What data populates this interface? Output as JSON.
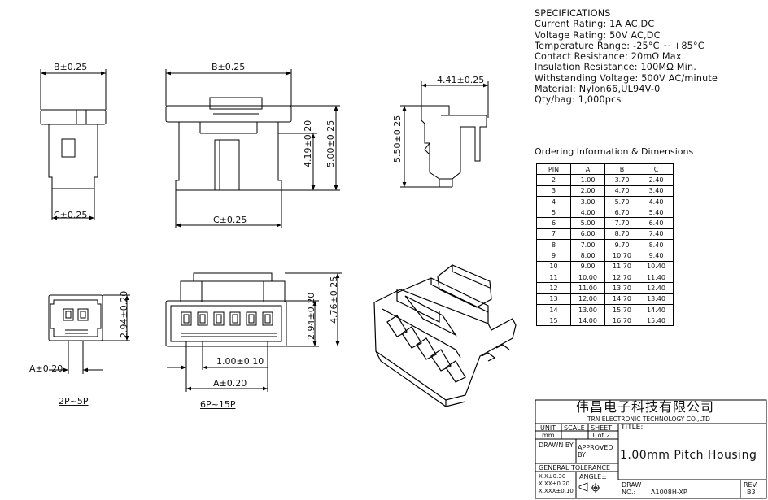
{
  "specifications": {
    "heading": "SPECIFICATIONS",
    "lines": [
      "Current Rating: 1A AC,DC",
      "Voltage Rating: 50V AC,DC",
      "Temperature Range: -25°C ~ +85°C",
      "Contact Resistance: 20mΩ Max.",
      "Insulation Resistance: 100MΩ Min.",
      "Withstanding Voltage: 500V AC/minute",
      "Material: Nylon66,UL94V-0",
      "Qty/bag: 1,000pcs"
    ]
  },
  "ordering": {
    "heading": "Ordering Information & Dimensions",
    "columns": [
      "PIN",
      "A",
      "B",
      "C"
    ],
    "rows": [
      [
        "2",
        "1.00",
        "3.70",
        "2.40"
      ],
      [
        "3",
        "2.00",
        "4.70",
        "3.40"
      ],
      [
        "4",
        "3.00",
        "5.70",
        "4.40"
      ],
      [
        "5",
        "4.00",
        "6.70",
        "5.40"
      ],
      [
        "6",
        "5.00",
        "7.70",
        "6.40"
      ],
      [
        "7",
        "6.00",
        "8.70",
        "7.40"
      ],
      [
        "8",
        "7.00",
        "9.70",
        "8.40"
      ],
      [
        "9",
        "8.00",
        "10.70",
        "9.40"
      ],
      [
        "10",
        "9.00",
        "11.70",
        "10.40"
      ],
      [
        "11",
        "10.00",
        "12.70",
        "11.40"
      ],
      [
        "12",
        "11.00",
        "13.70",
        "12.40"
      ],
      [
        "13",
        "12.00",
        "14.70",
        "13.40"
      ],
      [
        "14",
        "13.00",
        "15.70",
        "14.40"
      ],
      [
        "15",
        "14.00",
        "16.70",
        "15.40"
      ]
    ]
  },
  "dimensions": {
    "small_top_b": "B±0.25",
    "small_bottom_c": "C±0.25",
    "front_b": "B±0.25",
    "front_c": "C±0.25",
    "front_h1": "4.19±0.20",
    "front_h2": "5.00±0.25",
    "side_w": "4.41±0.25",
    "side_h": "5.50±0.25",
    "small_end_h": "2.94±0.20",
    "small_end_a": "A±0.20",
    "small_end_label": "2P~5P",
    "large_end_h1": "2.94±0.20",
    "large_end_h2": "4.76±0.25",
    "large_end_pitch": "1.00±0.10",
    "large_end_a": "A±0.20",
    "large_end_label": "6P~15P"
  },
  "title_block": {
    "company_cn": "伟昌电子科技有限公司",
    "company_en": "TRN ELECTRONIC TECHNOLOGY CO.,LTD",
    "unit_label": "UNIT",
    "unit_value": "mm",
    "scale_label": "SCALE",
    "sheet_label": "SHEET",
    "sheet_value": "1 of 2",
    "title_label": "TITLE:",
    "title_value": "1.00mm Pitch Housing",
    "drawn_by": "DRAWN BY",
    "approved_by": "APPROVED BY",
    "general_tol": "GENERAL TOLERANCE",
    "tol1": "X.X±0.30",
    "tol2": "X.XX±0.20",
    "tol3": "X.XXX±0.10",
    "angle": "ANGLE±",
    "draw_no_label": "DRAW NO.:",
    "draw_no_value": "A1008H-XP",
    "rev_label": "REV.",
    "rev_value": "B3"
  }
}
